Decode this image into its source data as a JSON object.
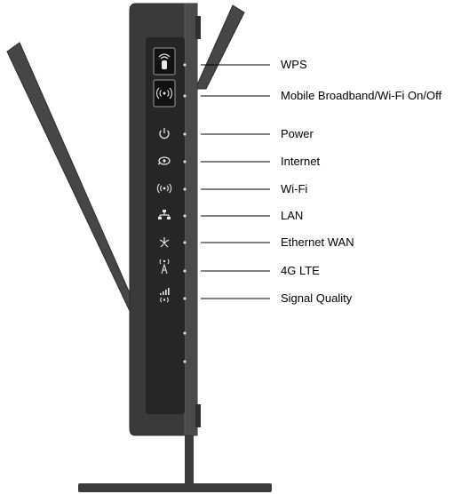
{
  "device": {
    "colors": {
      "body": "#3a3a3a",
      "panel": "#262626",
      "antenna": "#464646",
      "indicator_icon": "#e8e8e8",
      "led": "#d8d8d8",
      "callout_line": "#000000"
    }
  },
  "callouts": [
    {
      "label": "WPS",
      "icon": "wps-button-icon"
    },
    {
      "label": "Mobile Broadband/Wi-Fi On/Off",
      "icon": "wifi-toggle-button-icon"
    },
    {
      "label": "Power",
      "icon": "power-icon"
    },
    {
      "label": "Internet",
      "icon": "internet-icon"
    },
    {
      "label": "Wi-Fi",
      "icon": "wifi-icon"
    },
    {
      "label": "LAN",
      "icon": "lan-icon"
    },
    {
      "label": "Ethernet WAN",
      "icon": "ethernet-wan-icon"
    },
    {
      "label": "4G LTE",
      "icon": "lte-icon"
    },
    {
      "label": "Signal Quality",
      "icon": "signal-quality-icon"
    }
  ]
}
